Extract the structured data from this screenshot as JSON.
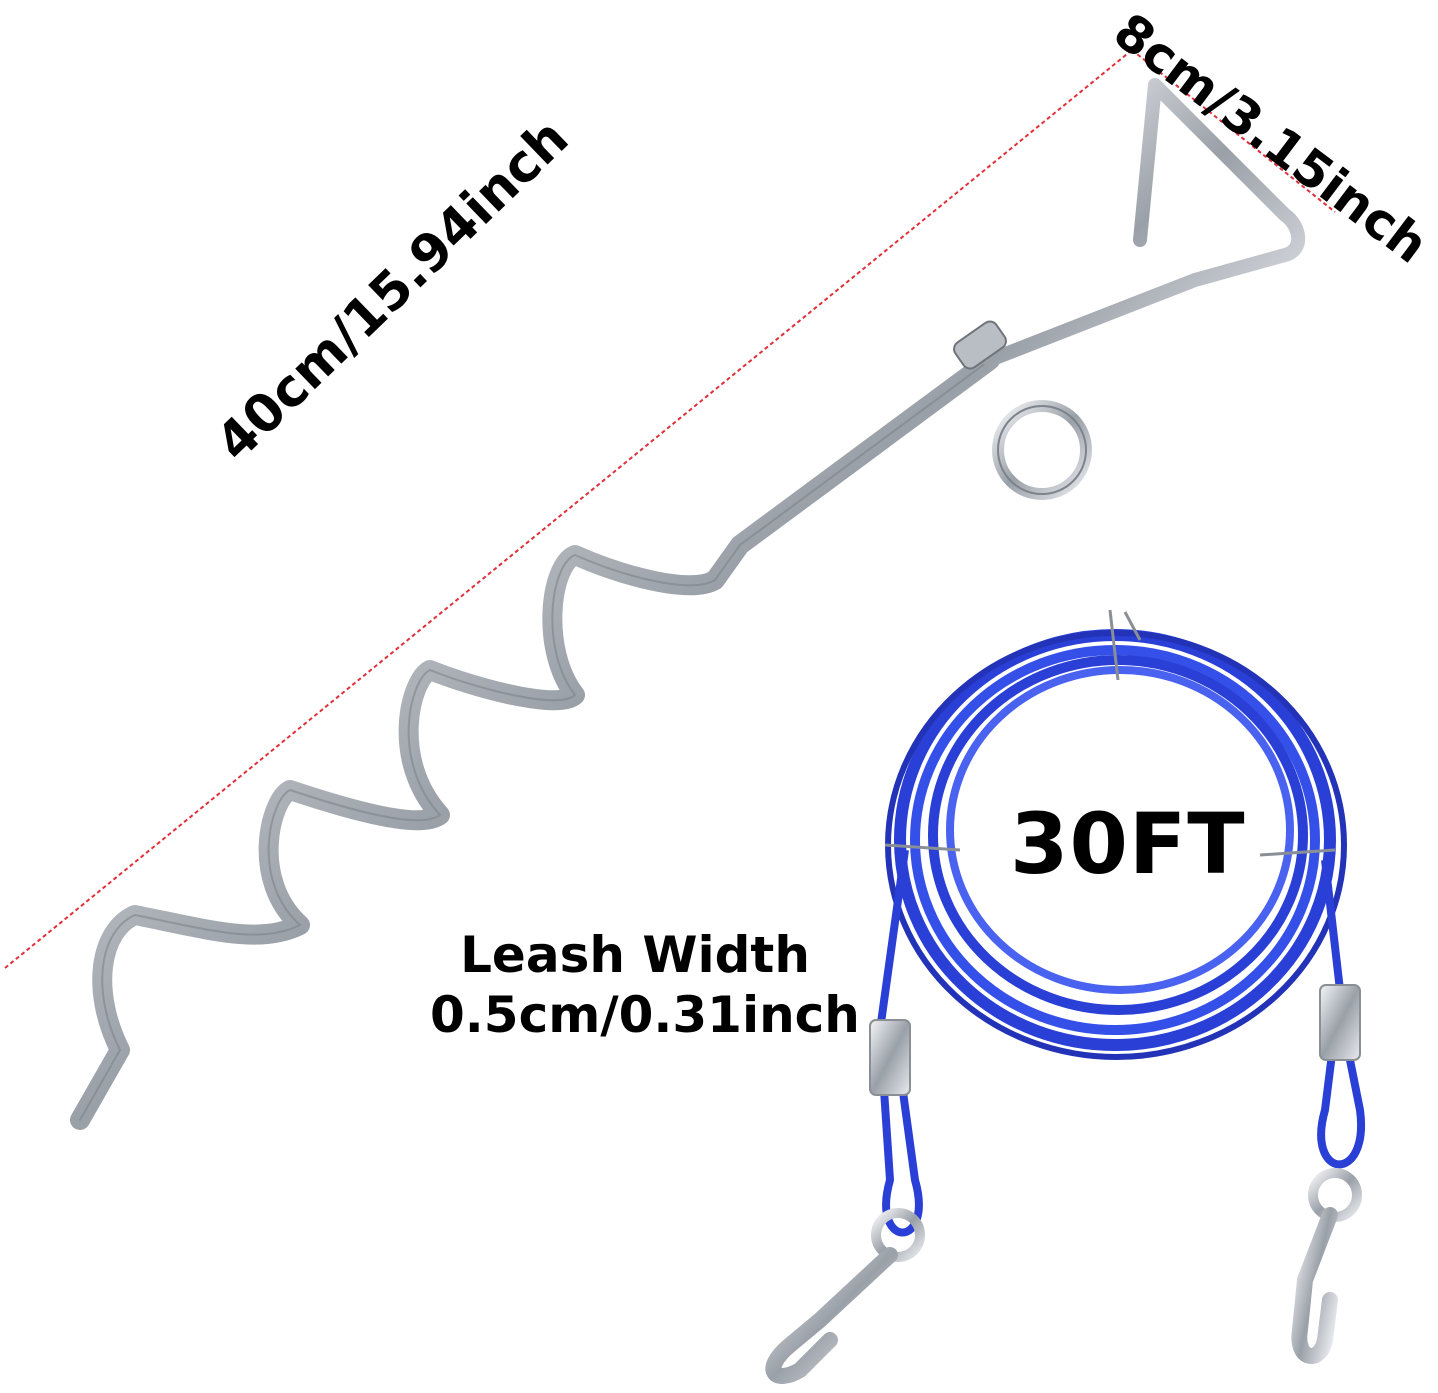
{
  "labels": {
    "stake_length": "40cm/15.94inch",
    "handle_width": "8cm/3.15inch",
    "cable_length": "30FT",
    "leash_width_title": "Leash Width",
    "leash_width_value": "0.5cm/0.31inch"
  },
  "colors": {
    "background": "#ffffff",
    "text": "#000000",
    "dimension_line": "#e0303a",
    "cable_blue": "#2a3fd6",
    "metal": "#c8ccd2"
  }
}
